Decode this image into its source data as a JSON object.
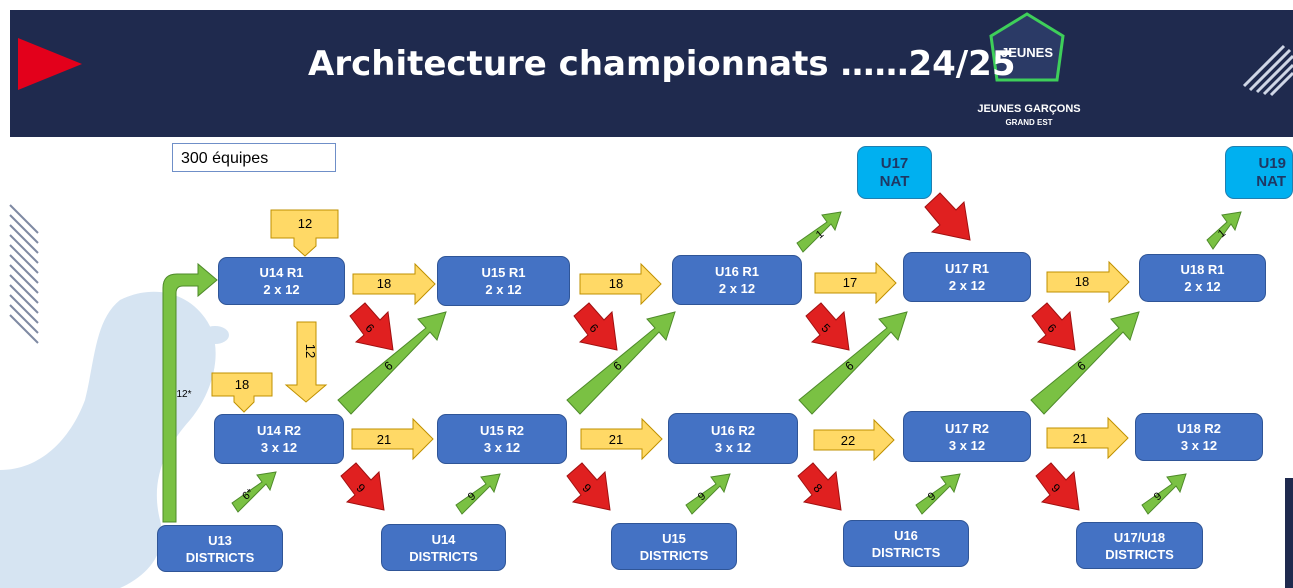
{
  "title": "Architecture championnats ……24/25",
  "count_label": "300 équipes",
  "logo": {
    "badge": "JEUNES",
    "line1": "JEUNES GARÇONS",
    "line2": "GRAND EST"
  },
  "colors": {
    "header": "#1f2a4e",
    "node": "#4472c4",
    "nat": "#00b0f0",
    "yellow": "#ffd966",
    "red": "#e02020",
    "green": "#7ac143"
  },
  "nodes": {
    "u17nat": [
      "U17",
      "NAT"
    ],
    "u19nat": [
      "U19",
      "NAT"
    ],
    "u14r1": [
      "U14 R1",
      "2 x 12"
    ],
    "u15r1": [
      "U15 R1",
      "2 x 12"
    ],
    "u16r1": [
      "U16 R1",
      "2 x 12"
    ],
    "u17r1": [
      "U17 R1",
      "2 x 12"
    ],
    "u18r1": [
      "U18 R1",
      "2 x 12"
    ],
    "u14r2": [
      "U14 R2",
      "3 x 12"
    ],
    "u15r2": [
      "U15 R2",
      "3 x 12"
    ],
    "u16r2": [
      "U16 R2",
      "3 x 12"
    ],
    "u17r2": [
      "U17 R2",
      "3 x 12"
    ],
    "u18r2": [
      "U18 R2",
      "3 x 12"
    ],
    "u13d": [
      "U13",
      "DISTRICTS"
    ],
    "u14d": [
      "U14",
      "DISTRICTS"
    ],
    "u15d": [
      "U15",
      "DISTRICTS"
    ],
    "u16d": [
      "U16",
      "DISTRICTS"
    ],
    "u17u18d": [
      "U17/U18",
      "DISTRICTS"
    ]
  },
  "flows": {
    "into_u14r1": "12",
    "u14r1_u15r1": "18",
    "u15r1_u16r1": "18",
    "u16r1_u17r1": "17",
    "u17r1_u18r1": "18",
    "u14r2_u15r2": "21",
    "u15r2_u16r2": "21",
    "u16r2_u17r2": "22",
    "u17r2_u18r2": "21",
    "u14r1_u14r2": "12",
    "into_u14r2": "18",
    "u13_u14r1": "12*",
    "u13_u14r2": "6*",
    "r1_down": [
      "6",
      "6",
      "5",
      "6"
    ],
    "r2_up": [
      "6",
      "6",
      "6",
      "6"
    ],
    "r2_down": [
      "9",
      "9",
      "8",
      "9"
    ],
    "d_up": [
      "9",
      "9",
      "9",
      "9"
    ],
    "to_nat": [
      "1",
      "1"
    ]
  }
}
